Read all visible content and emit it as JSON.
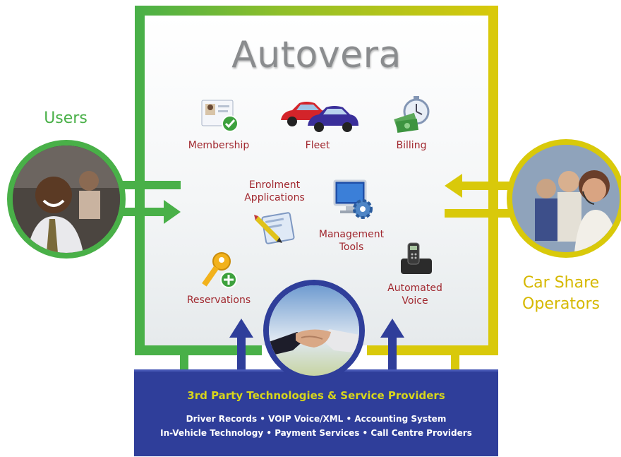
{
  "title": "Autovera",
  "side_labels": {
    "users": "Users",
    "operators_line1": "Car Share",
    "operators_line2": "Operators"
  },
  "features": {
    "membership": "Membership",
    "fleet": "Fleet",
    "billing": "Billing",
    "enrolment_line1": "Enrolment",
    "enrolment_line2": "Applications",
    "management_line1": "Management",
    "management_line2": "Tools",
    "reservations": "Reservations",
    "automated_line1": "Automated",
    "automated_line2": "Voice"
  },
  "providers": {
    "title": "3rd Party Technologies & Service Providers",
    "line1": "Driver Records  •  VOIP Voice/XML  •  Accounting System",
    "line2": "In-Vehicle Technology  •  Payment Services  •  Call Centre Providers"
  },
  "colors": {
    "users_green": "#49b048",
    "operators_yellow": "#d9c90a",
    "providers_blue": "#2f3e9a",
    "label_red": "#a1282f",
    "title_gray": "#8a8c8e"
  },
  "icons": [
    "membership-card-icon",
    "fleet-cars-icon",
    "billing-money-clock-icon",
    "enrolment-pen-icon",
    "management-monitor-gear-icon",
    "reservations-key-icon",
    "automated-voice-phone-icon",
    "handshake-photo",
    "users-photo",
    "operators-photo"
  ]
}
